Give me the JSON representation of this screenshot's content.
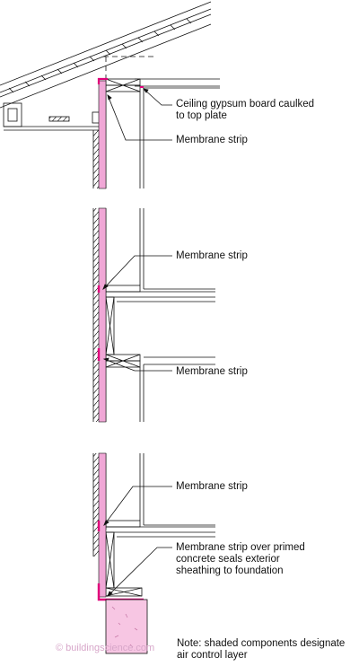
{
  "labels": {
    "ceiling": "Ceiling gypsum board caulked\nto top plate",
    "membrane_top": "Membrane strip",
    "membrane_mid1": "Membrane strip",
    "membrane_mid2": "Membrane strip",
    "membrane_low": "Membrane strip",
    "foundation": "Membrane strip over primed\nconcrete seals exterior\nsheathing to foundation"
  },
  "footer": {
    "copyright": "© buildingscience.com",
    "note": "Note: shaded components designate\nair control layer"
  },
  "colors": {
    "line": "#111111",
    "air_layer": "#f0a7d6",
    "membrane": "#e0007a",
    "concrete": "#f7c6e3",
    "copyright": "#d7a6c9"
  }
}
